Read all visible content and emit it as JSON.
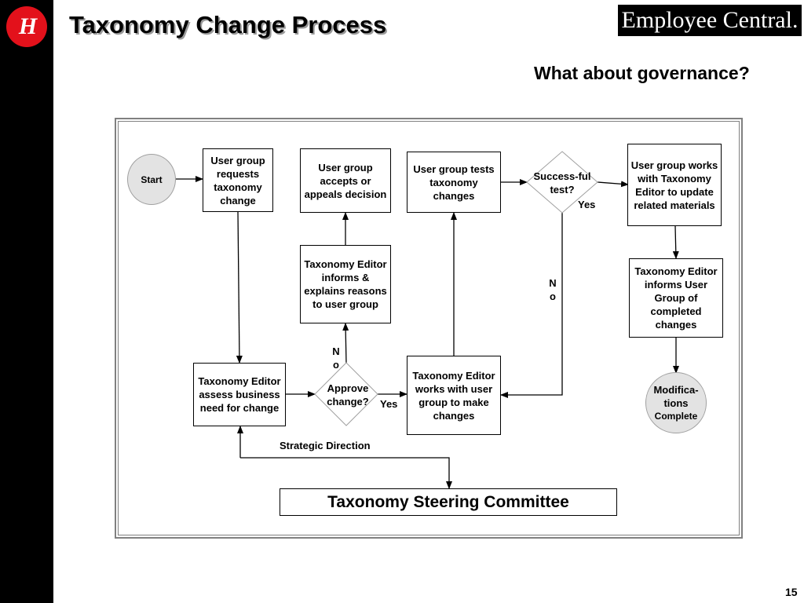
{
  "header": {
    "logo": "H",
    "title": "Taxonomy Change Process",
    "brand": "Employee Central.",
    "subtitle": "What about governance?"
  },
  "footer": {
    "page_number": "15"
  },
  "diagram": {
    "start": "Start",
    "request": "User group requests taxonomy change",
    "assess": "Taxonomy Editor assess business need for change",
    "approve": "Approve change?",
    "approve_no": "No",
    "approve_yes": "Yes",
    "informs_reasons": "Taxonomy Editor informs & explains reasons to user group",
    "accepts": "User group accepts or appeals decision",
    "works_with": "Taxonomy Editor works with user group to make changes",
    "tests": "User group tests taxonomy changes",
    "success_test": "Success-ful test?",
    "success_yes": "Yes",
    "success_no": "No",
    "update_related": "User group works with Taxonomy Editor to update related materials",
    "informs_completed": "Taxonomy Editor informs User Group of completed changes",
    "complete_line1": "Modifica-",
    "complete_line2": "tions",
    "complete_line3": "Complete",
    "strategic_direction": "Strategic Direction",
    "committee": "Taxonomy Steering Committee"
  }
}
